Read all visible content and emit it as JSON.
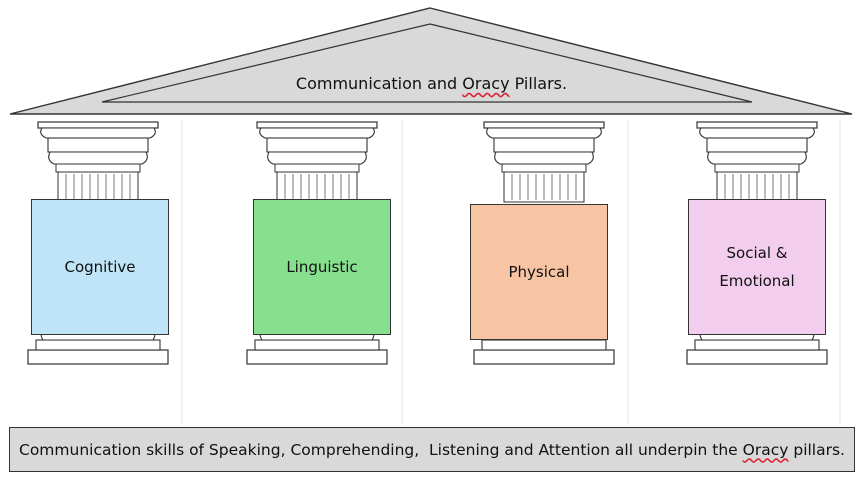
{
  "roof": {
    "title_prefix": "Communication and ",
    "title_marked": "Oracy",
    "title_suffix": " Pillars."
  },
  "pillars": [
    {
      "label": "Cognitive",
      "color": "#bfe3f7"
    },
    {
      "label": "Linguistic",
      "color": "#86e08e"
    },
    {
      "label": "Physical",
      "color": "#f7c4a4"
    },
    {
      "label_line1": "Social &",
      "label_line2": "Emotional",
      "color": "#f2cdee"
    }
  ],
  "foundation": {
    "text_prefix": "Communication skills of Speaking, Comprehending,  Listening and Attention all underpin the ",
    "text_marked": "Oracy",
    "text_suffix": " pillars."
  }
}
